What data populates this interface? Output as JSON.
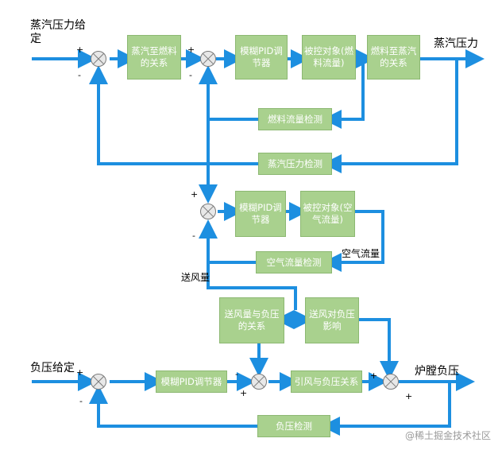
{
  "labels": {
    "steam_setpoint": "蒸汽压力给定",
    "steam_output": "蒸汽压力",
    "pressure_setpoint": "负压给定",
    "furnace_output": "炉膛负压",
    "air_flow_label": "空气流量",
    "air_supply_label": "送风量",
    "watermark": "@稀土掘金技术社区"
  },
  "blocks": {
    "steam_to_fuel": "蒸汽至燃料的关系",
    "fuzzy_pid_1": "模糊PID调节器",
    "plant_fuel": "被控对象(燃料流量)",
    "fuel_to_steam": "燃料至蒸汽的关系",
    "fuel_flow_detect": "燃料流量检测",
    "steam_pressure_detect": "蒸汽压力检测",
    "fuzzy_pid_2": "模糊PID调节器",
    "plant_air": "被控对象(空气流量)",
    "air_flow_detect": "空气流量检测",
    "air_to_pressure": "送风量与负压的关系",
    "air_affects_pressure": "送风对负压影响",
    "fuzzy_pid_3": "模糊PID调节器",
    "induced_draft_relation": "引风与负压关系",
    "pressure_detect": "负压检测"
  },
  "signs": {
    "plus": "+",
    "minus": "-"
  },
  "colors": {
    "block_fill": "#a9d18e",
    "arrow": "#1d8fe0"
  }
}
